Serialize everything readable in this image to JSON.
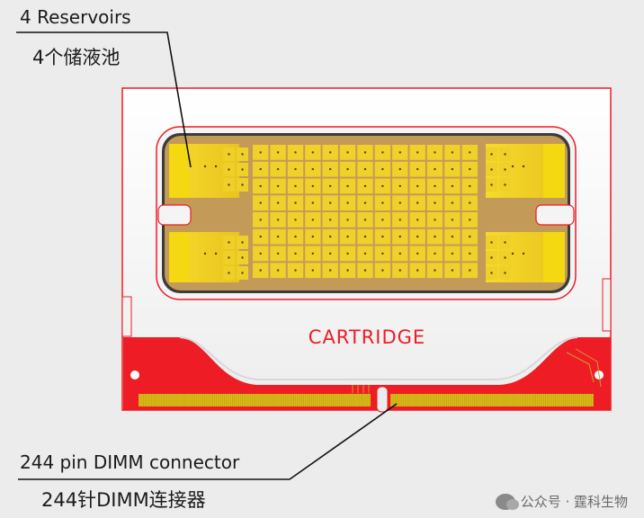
{
  "labels": {
    "reservoirs_en": "4 Reservoirs",
    "reservoirs_zh": "4个储液池",
    "connector_en": "244 pin DIMM connector",
    "connector_zh": "244针DIMM连接器",
    "cartridge": "CARTRIDGE"
  },
  "watermark": {
    "text": "公众号 · 霆科生物",
    "icon": "wechat-icon"
  },
  "colors": {
    "card_body": "#f7f7f7",
    "red_accent": "#ee1c25",
    "reservoir_bronze": "#b8894a",
    "reservoir_yellow": "#e8c22c",
    "pad_yellow": "#f2d21e",
    "pin_gold": "#d8b415"
  }
}
